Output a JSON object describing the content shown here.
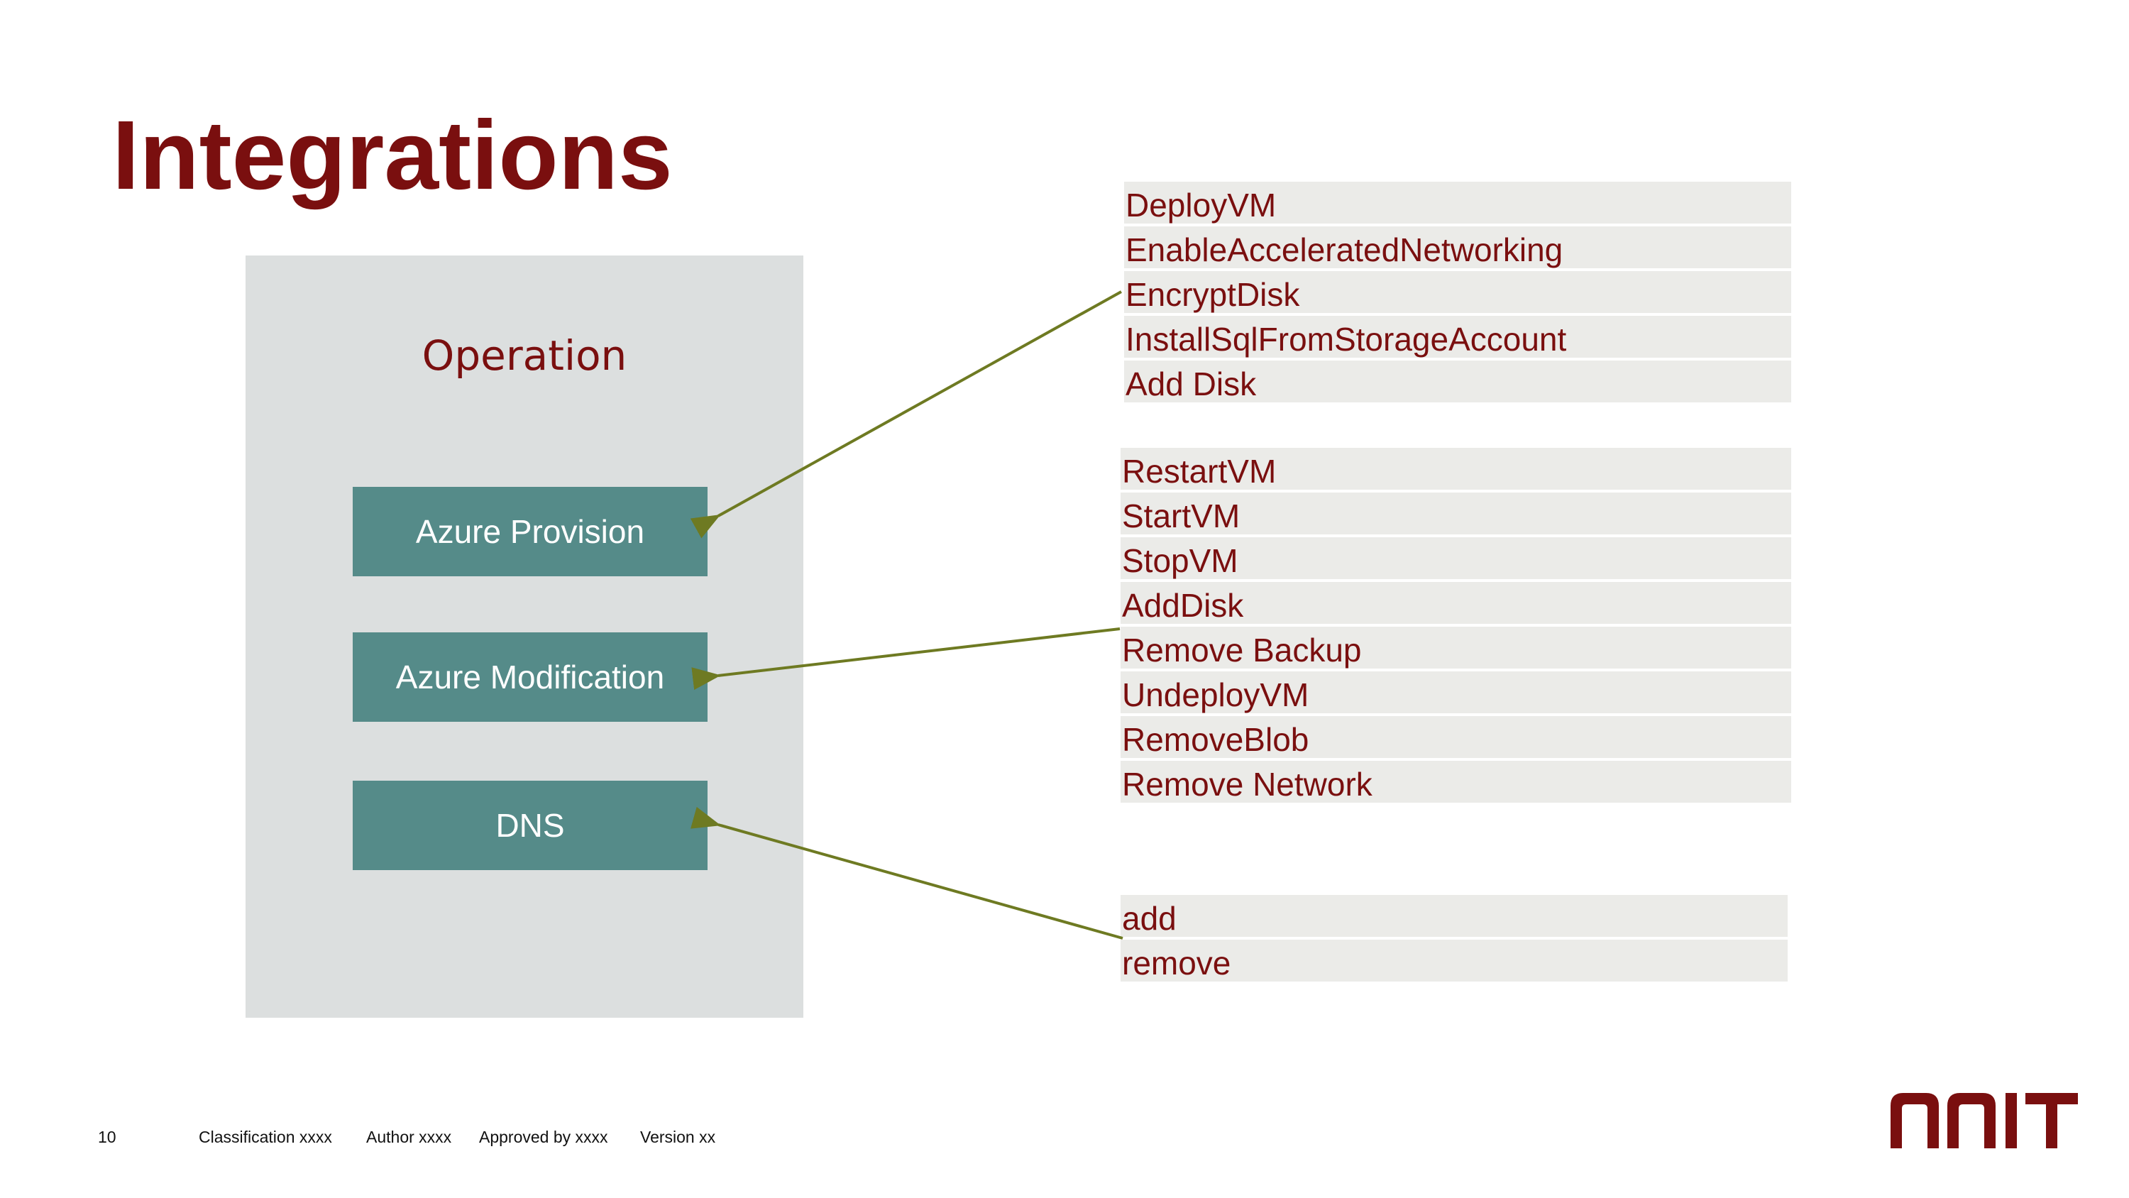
{
  "slide": {
    "title": "Integrations"
  },
  "operation_panel": {
    "title": "Operation",
    "boxes": [
      "Azure Provision",
      "Azure Modification",
      "DNS"
    ]
  },
  "lists": {
    "provision": [
      "DeployVM",
      "EnableAcceleratedNetworking",
      "EncryptDisk",
      "InstallSqlFromStorageAccount",
      "Add Disk"
    ],
    "modification": [
      "RestartVM",
      "StartVM",
      "StopVM",
      "AddDisk",
      "Remove Backup",
      "UndeployVM",
      "RemoveBlob",
      "Remove Network"
    ],
    "dns": [
      "add",
      "remove"
    ]
  },
  "footer": {
    "page_number": "10",
    "classification": "Classification xxxx",
    "author": "Author xxxx",
    "approved_by": "Approved by xxxx",
    "version": "Version xx"
  },
  "colors": {
    "title": "#7a0f0f",
    "box": "#558b89",
    "panel": "#dcdfdf",
    "list_row": "#ebebe8",
    "arrow": "#6e7a22",
    "logo": "#7a0f0f"
  }
}
